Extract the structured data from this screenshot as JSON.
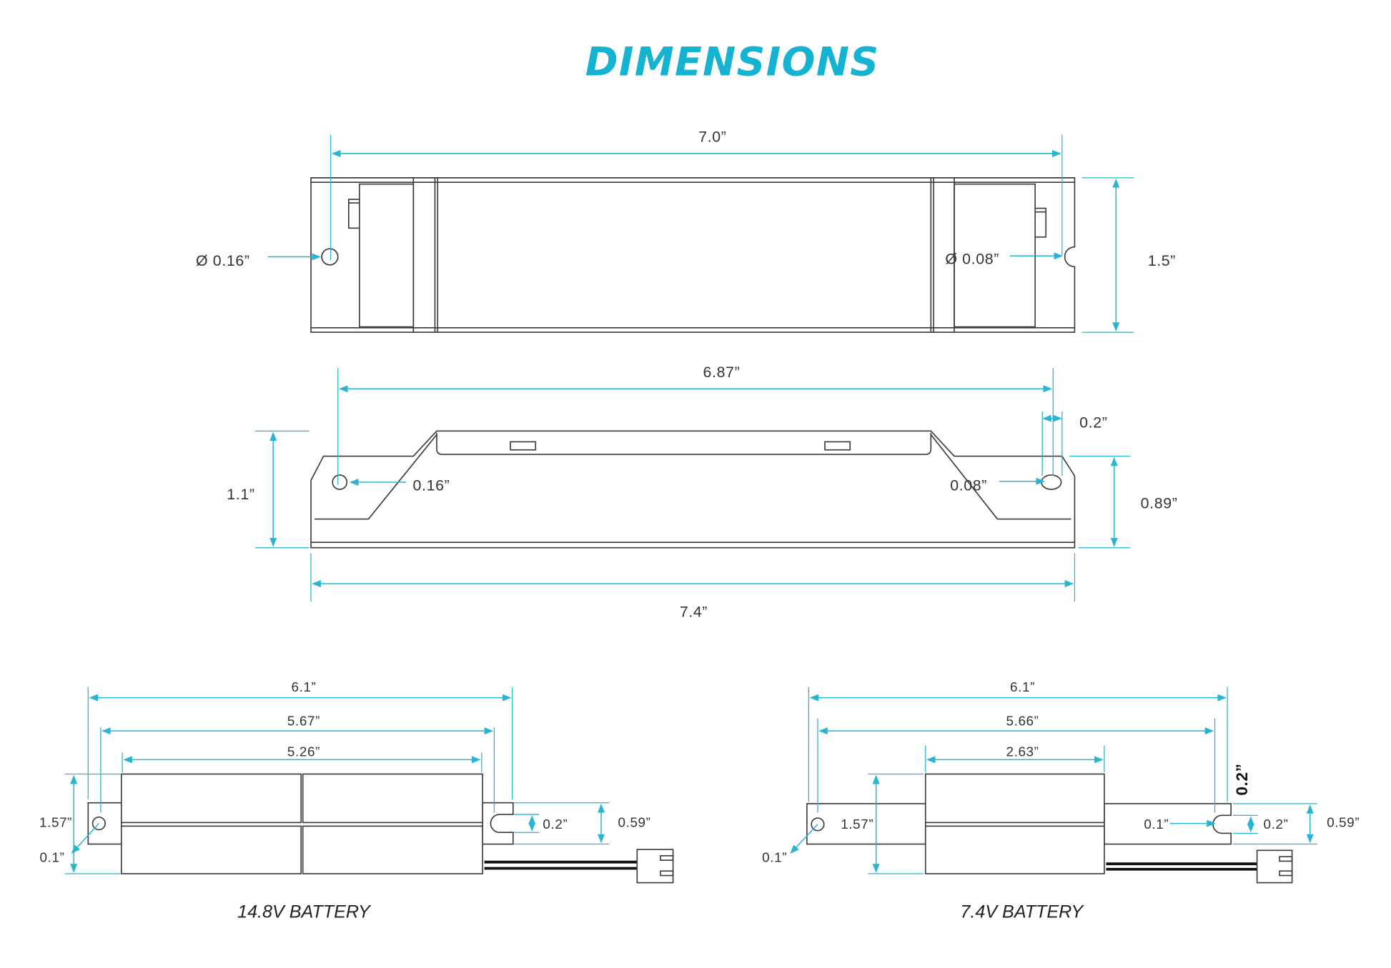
{
  "title": "DIMENSIONS",
  "colors": {
    "accent": "#14b3d1",
    "line": "#3a3a3a"
  },
  "top_view": {
    "length": "7.0”",
    "height": "1.5”",
    "hole_left": "Ø 0.16”",
    "hole_right": "Ø 0.08”"
  },
  "side_view": {
    "hole_span": "6.87”",
    "slot": "0.2”",
    "height": "1.1”",
    "flange": "0.89”",
    "hole_left": "0.16”",
    "hole_right": "0.08”",
    "length": "7.4”"
  },
  "battery_14v": {
    "caption": "14.8V BATTERY",
    "overall": "6.1”",
    "hole_span": "5.67”",
    "cells": "5.26”",
    "height": "1.57”",
    "hole": "0.1”",
    "slot": "0.2”",
    "tab": "0.59”"
  },
  "battery_7v": {
    "caption": "7.4V BATTERY",
    "overall": "6.1”",
    "hole_span": "5.66”",
    "cells": "2.63”",
    "height": "1.57”",
    "hole": "0.1”",
    "hole_right": "0.1”",
    "slot_rotated": "0.2”",
    "slot": "0.2”",
    "tab": "0.59”"
  }
}
